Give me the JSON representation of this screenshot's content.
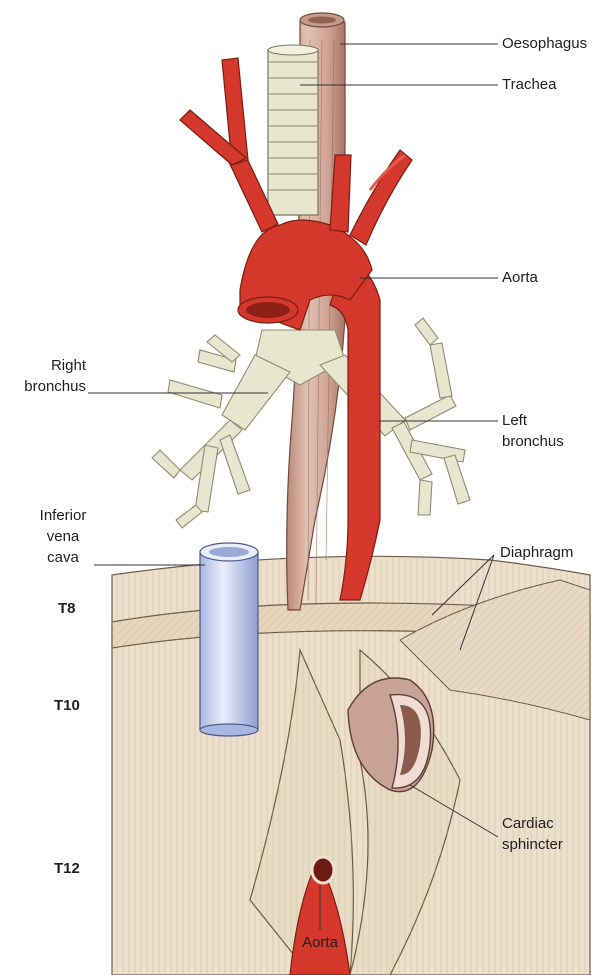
{
  "labels": {
    "oesophagus": "Oesophagus",
    "trachea": "Trachea",
    "aorta_upper": "Aorta",
    "right_bronchus_1": "Right",
    "right_bronchus_2": "bronchus",
    "left_bronchus_1": "Left",
    "left_bronchus_2": "bronchus",
    "ivc_1": "Inferior",
    "ivc_2": "vena",
    "ivc_3": "cava",
    "diaphragm": "Diaphragm",
    "cardiac_1": "Cardiac",
    "cardiac_2": "sphincter",
    "aorta_lower": "Aorta"
  },
  "levels": {
    "t8": "T8",
    "t10": "T10",
    "t12": "T12"
  },
  "colors": {
    "aorta": "#d4382a",
    "oesophagus": "#cfa597",
    "trachea": "#e7e6cf",
    "ivc": "#b9c6e8",
    "diaphragm": "#ece0cc",
    "leader": "#333333"
  }
}
